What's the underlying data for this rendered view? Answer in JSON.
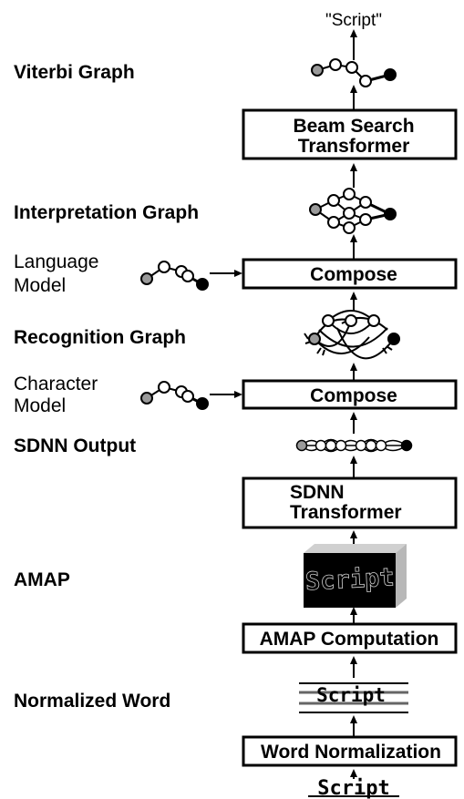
{
  "output_text": "\"Script\"",
  "labels": {
    "viterbi_graph": "Viterbi Graph",
    "interpretation_graph": "Interpretation Graph",
    "language_model_line1": "Language",
    "language_model_line2": "Model",
    "recognition_graph": "Recognition Graph",
    "character_model_line1": "Character",
    "character_model_line2": "Model",
    "sdnn_output": "SDNN Output",
    "amap": "AMAP",
    "normalized_word": "Normalized Word"
  },
  "boxes": {
    "beam_search_line1": "Beam Search",
    "beam_search_line2": "Transformer",
    "compose_language": "Compose",
    "compose_character": "Compose",
    "sdnn_line1": "SDNN",
    "sdnn_line2": "Transformer",
    "amap_computation": "AMAP Computation",
    "word_normalization": "Word Normalization"
  },
  "images": {
    "amap_word": "Script",
    "normalized_word": "Script",
    "input_word": "Script"
  },
  "colors": {
    "ink": "#000000",
    "gray_node": "#9a9a9a",
    "amap_box": "#000000",
    "amap_shadow": "#b8b8b8"
  }
}
